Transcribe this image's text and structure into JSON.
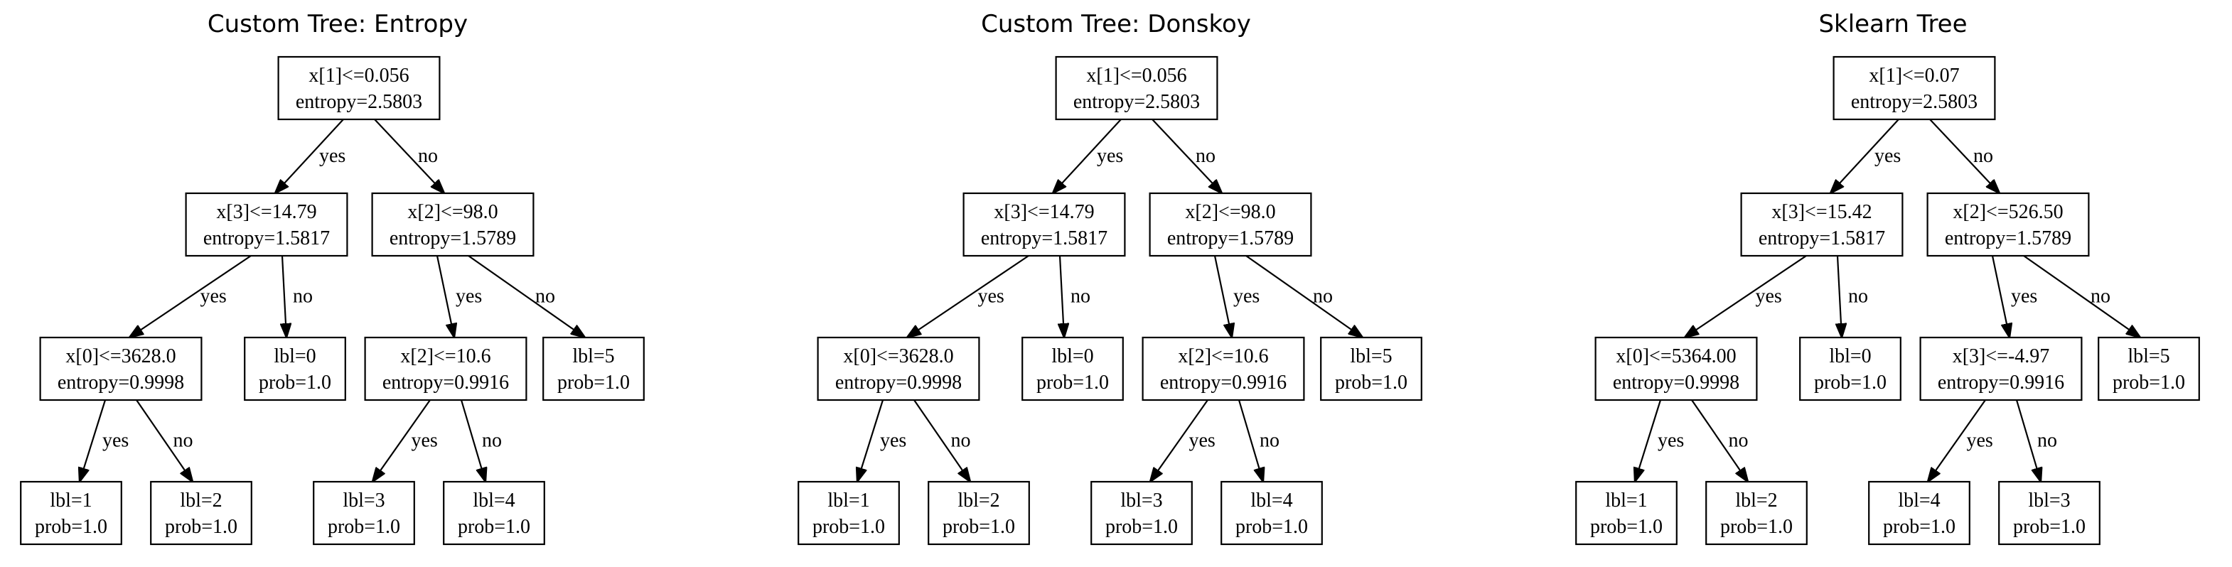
{
  "figure": {
    "panels": [
      {
        "title": "Custom Tree: Entropy",
        "nodes": {
          "root": [
            "x[1]<=0.056",
            "entropy=2.5803"
          ],
          "L": [
            "x[3]<=14.79",
            "entropy=1.5817"
          ],
          "R": [
            "x[2]<=98.0",
            "entropy=1.5789"
          ],
          "LL": [
            "x[0]<=3628.0",
            "entropy=0.9998"
          ],
          "LR": [
            "lbl=0",
            "prob=1.0"
          ],
          "RL": [
            "x[2]<=10.6",
            "entropy=0.9916"
          ],
          "RR": [
            "lbl=5",
            "prob=1.0"
          ],
          "LLL": [
            "lbl=1",
            "prob=1.0"
          ],
          "LLR": [
            "lbl=2",
            "prob=1.0"
          ],
          "RLL": [
            "lbl=3",
            "prob=1.0"
          ],
          "RLR": [
            "lbl=4",
            "prob=1.0"
          ]
        }
      },
      {
        "title": "Custom Tree: Donskoy",
        "nodes": {
          "root": [
            "x[1]<=0.056",
            "entropy=2.5803"
          ],
          "L": [
            "x[3]<=14.79",
            "entropy=1.5817"
          ],
          "R": [
            "x[2]<=98.0",
            "entropy=1.5789"
          ],
          "LL": [
            "x[0]<=3628.0",
            "entropy=0.9998"
          ],
          "LR": [
            "lbl=0",
            "prob=1.0"
          ],
          "RL": [
            "x[2]<=10.6",
            "entropy=0.9916"
          ],
          "RR": [
            "lbl=5",
            "prob=1.0"
          ],
          "LLL": [
            "lbl=1",
            "prob=1.0"
          ],
          "LLR": [
            "lbl=2",
            "prob=1.0"
          ],
          "RLL": [
            "lbl=3",
            "prob=1.0"
          ],
          "RLR": [
            "lbl=4",
            "prob=1.0"
          ]
        }
      },
      {
        "title": "Sklearn Tree",
        "nodes": {
          "root": [
            "x[1]<=0.07",
            "entropy=2.5803"
          ],
          "L": [
            "x[3]<=15.42",
            "entropy=1.5817"
          ],
          "R": [
            "x[2]<=526.50",
            "entropy=1.5789"
          ],
          "LL": [
            "x[0]<=5364.00",
            "entropy=0.9998"
          ],
          "LR": [
            "lbl=0",
            "prob=1.0"
          ],
          "RL": [
            "x[3]<=-4.97",
            "entropy=0.9916"
          ],
          "RR": [
            "lbl=5",
            "prob=1.0"
          ],
          "LLL": [
            "lbl=1",
            "prob=1.0"
          ],
          "LLR": [
            "lbl=2",
            "prob=1.0"
          ],
          "RLL": [
            "lbl=4",
            "prob=1.0"
          ],
          "RLR": [
            "lbl=3",
            "prob=1.0"
          ]
        }
      }
    ],
    "edge_labels": {
      "left": "yes",
      "right": "no"
    }
  }
}
